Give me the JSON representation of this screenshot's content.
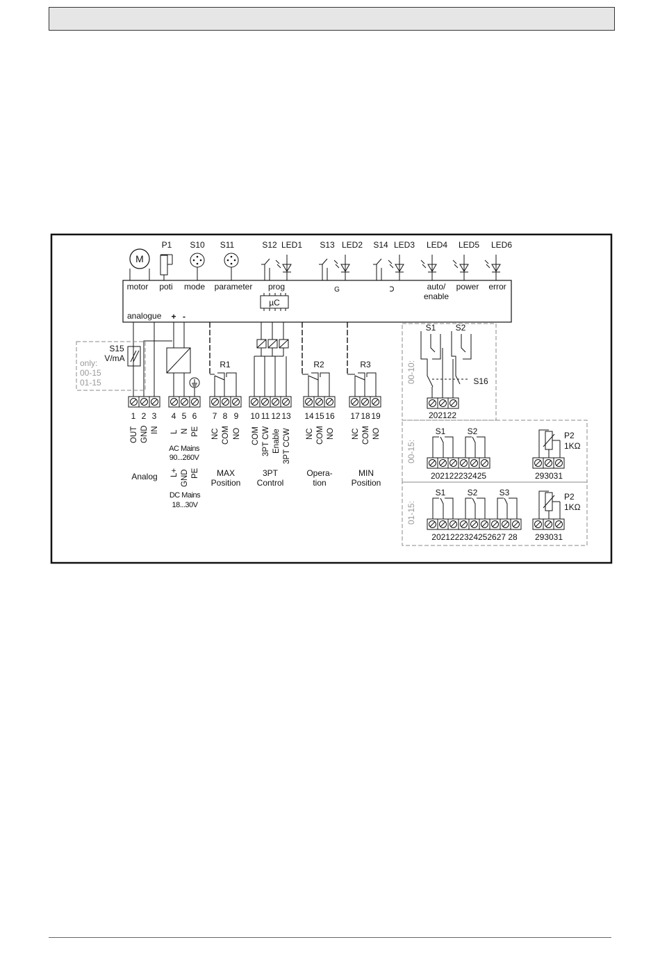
{
  "components": {
    "motor_symbol": "M",
    "poti": "P1",
    "mode_switch": "S10",
    "parameter_switch": "S11",
    "prog_button": "S12",
    "led1": "LED1",
    "btn_s13": "S13",
    "led2": "LED2",
    "btn_s14": "S14",
    "led3": "LED3",
    "led4": "LED4",
    "led5": "LED5",
    "led6": "LED6"
  },
  "function_labels": {
    "motor": "motor",
    "poti": "poti",
    "mode": "mode",
    "parameter": "parameter",
    "prog": "prog",
    "cw_symbol": "G",
    "ccw_symbol": "Ↄ",
    "auto": "auto/",
    "enable": "enable",
    "power": "power",
    "error": "error",
    "uc": "µC",
    "analogue": "analogue",
    "plus": "+",
    "minus": "-"
  },
  "s15": {
    "name": "S15",
    "sub": "V/mA",
    "note1": "only:",
    "note2": "00-15",
    "note3": "01-15"
  },
  "relays": {
    "r1": "R1",
    "r2": "R2",
    "r3": "R3"
  },
  "terminal_numbers": {
    "t1": "1",
    "t2": "2",
    "t3": "3",
    "t4": "4",
    "t5": "5",
    "t6": "6",
    "t7": "7",
    "t8": "8",
    "t9": "9",
    "t10": "10",
    "t11": "11",
    "t12": "12",
    "t13": "13",
    "t14": "14",
    "t15": "15",
    "t16": "16",
    "t17": "17",
    "t18": "18",
    "t19": "19"
  },
  "terminal_signals": {
    "out": "OUT",
    "gnd": "GND",
    "in": "IN",
    "l": "L",
    "n": "N",
    "pe": "PE",
    "nc": "NC",
    "com": "COM",
    "no": "NO",
    "com3pt": "COM",
    "cw": "3PT CW",
    "enable": "Enable",
    "ccw": "3PT CCW",
    "lplus": "L+",
    "gnd2": "GND",
    "pe2": "PE"
  },
  "groups": {
    "ac_mains": "AC Mains",
    "ac_range": "90...260V",
    "analog": "Analog",
    "dc_mains": "DC Mains",
    "dc_range": "18...30V",
    "max1": "MAX",
    "max2": "Position",
    "pt1": "3PT",
    "pt2": "Control",
    "op1": "Opera-",
    "op2": "tion",
    "min1": "MIN",
    "min2": "Position"
  },
  "variant_0010": {
    "tag": "00-10:",
    "s1": "S1",
    "s2": "S2",
    "s16": "S16",
    "numbers": "202122"
  },
  "variant_0015": {
    "tag": "00-15:",
    "s1": "S1",
    "s2": "S2",
    "numbers": "202122232425",
    "p2": "P2",
    "p2_value": "1KΩ",
    "p2_numbers": "293031"
  },
  "variant_0115": {
    "tag": "01-15:",
    "s1": "S1",
    "s2": "S2",
    "s3": "S3",
    "numbers": "2021222324252627 28",
    "p2": "P2",
    "p2_value": "1KΩ",
    "p2_numbers": "293031"
  }
}
